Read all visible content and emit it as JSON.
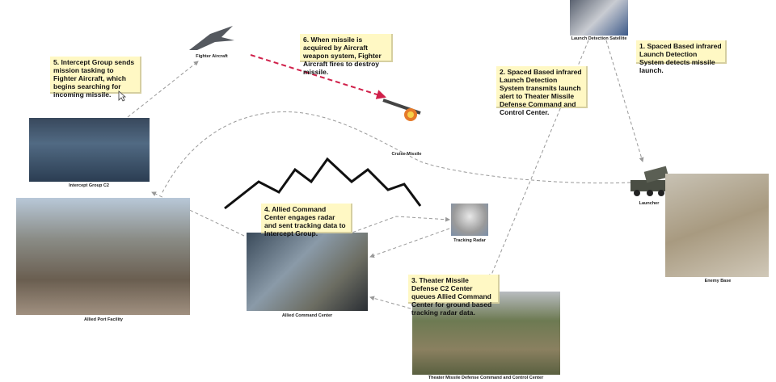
{
  "nodes": {
    "satellite": "Launch Detection Satellite",
    "fighter": "Fighter Aircraft",
    "missile": "Cruise Missile",
    "launcher": "Launcher",
    "enemy_base": "Enemy Base",
    "radar": "Tracking Radar",
    "intercept": "Intercept Group C2",
    "port": "Allied Port Facility",
    "command": "Allied Command Center",
    "tmd": "Theater Missile Defense Command and Control Center"
  },
  "notes": {
    "n1": "1. Spaced Based infrared Launch Detection System detects missile launch.",
    "n2": "2. Spaced Based infrared Launch Detection System transmits launch alert to Theater Missile Defense Command and Control Center.",
    "n3": "3. Theater Missile Defense C2 Center queues Allied Command Center for ground based tracking radar data.",
    "n4": "4. Allied Command Center engages radar and sent tracking data to Intercept Group.",
    "n5": "5. Intercept Group sends mission tasking to Fighter Aircraft, which begins searching for incoming missile.",
    "n6": "6. When missile is acquired by Aircraft weapon system, Fighter Aircraft fires to destroy missile."
  },
  "colors": {
    "note": "#fff8c4",
    "strike": "#d0204a",
    "link": "#999999"
  }
}
